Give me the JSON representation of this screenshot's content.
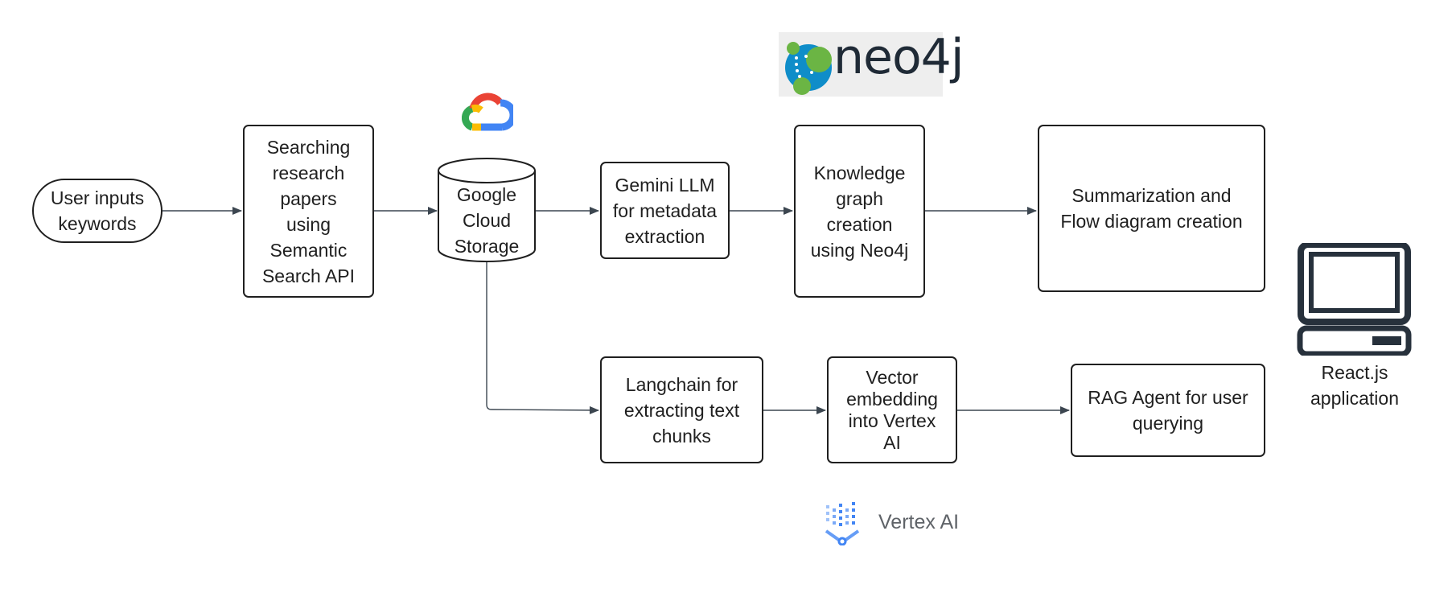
{
  "diagram": {
    "nodes": {
      "user_inputs": "User inputs\nkeywords",
      "searching": "Searching\nresearch\npapers\nusing\nSemantic\nSearch API",
      "gcs": "Google\nCloud\nStorage",
      "gemini": "Gemini LLM\nfor metadata\nextraction",
      "knowledge_graph": "Knowledge\ngraph\ncreation\nusing Neo4j",
      "summarization": "Summarization and\nFlow diagram creation",
      "langchain": "Langchain for\nextracting text\nchunks",
      "vector": "Vector\nembedding\ninto Vertex\nAI",
      "rag": "RAG Agent for user\nquerying",
      "app": "React.js\napplication"
    },
    "logos": {
      "neo4j": "neo4j",
      "vertex": "Vertex AI",
      "gcloud_icon": "google-cloud-icon",
      "computer_icon": "computer-icon",
      "vertex_icon": "vertex-ai-icon"
    },
    "colors": {
      "stroke": "#1f1f1f",
      "arrow": "#3c4650",
      "neo4j_blue": "#0f8dc9",
      "neo4j_green": "#6bb544",
      "gcloud_red": "#ea4335",
      "gcloud_blue": "#4285f4",
      "gcloud_yellow": "#fbbc04",
      "gcloud_green": "#34a853",
      "vertex_blue": "#4285f4"
    }
  }
}
